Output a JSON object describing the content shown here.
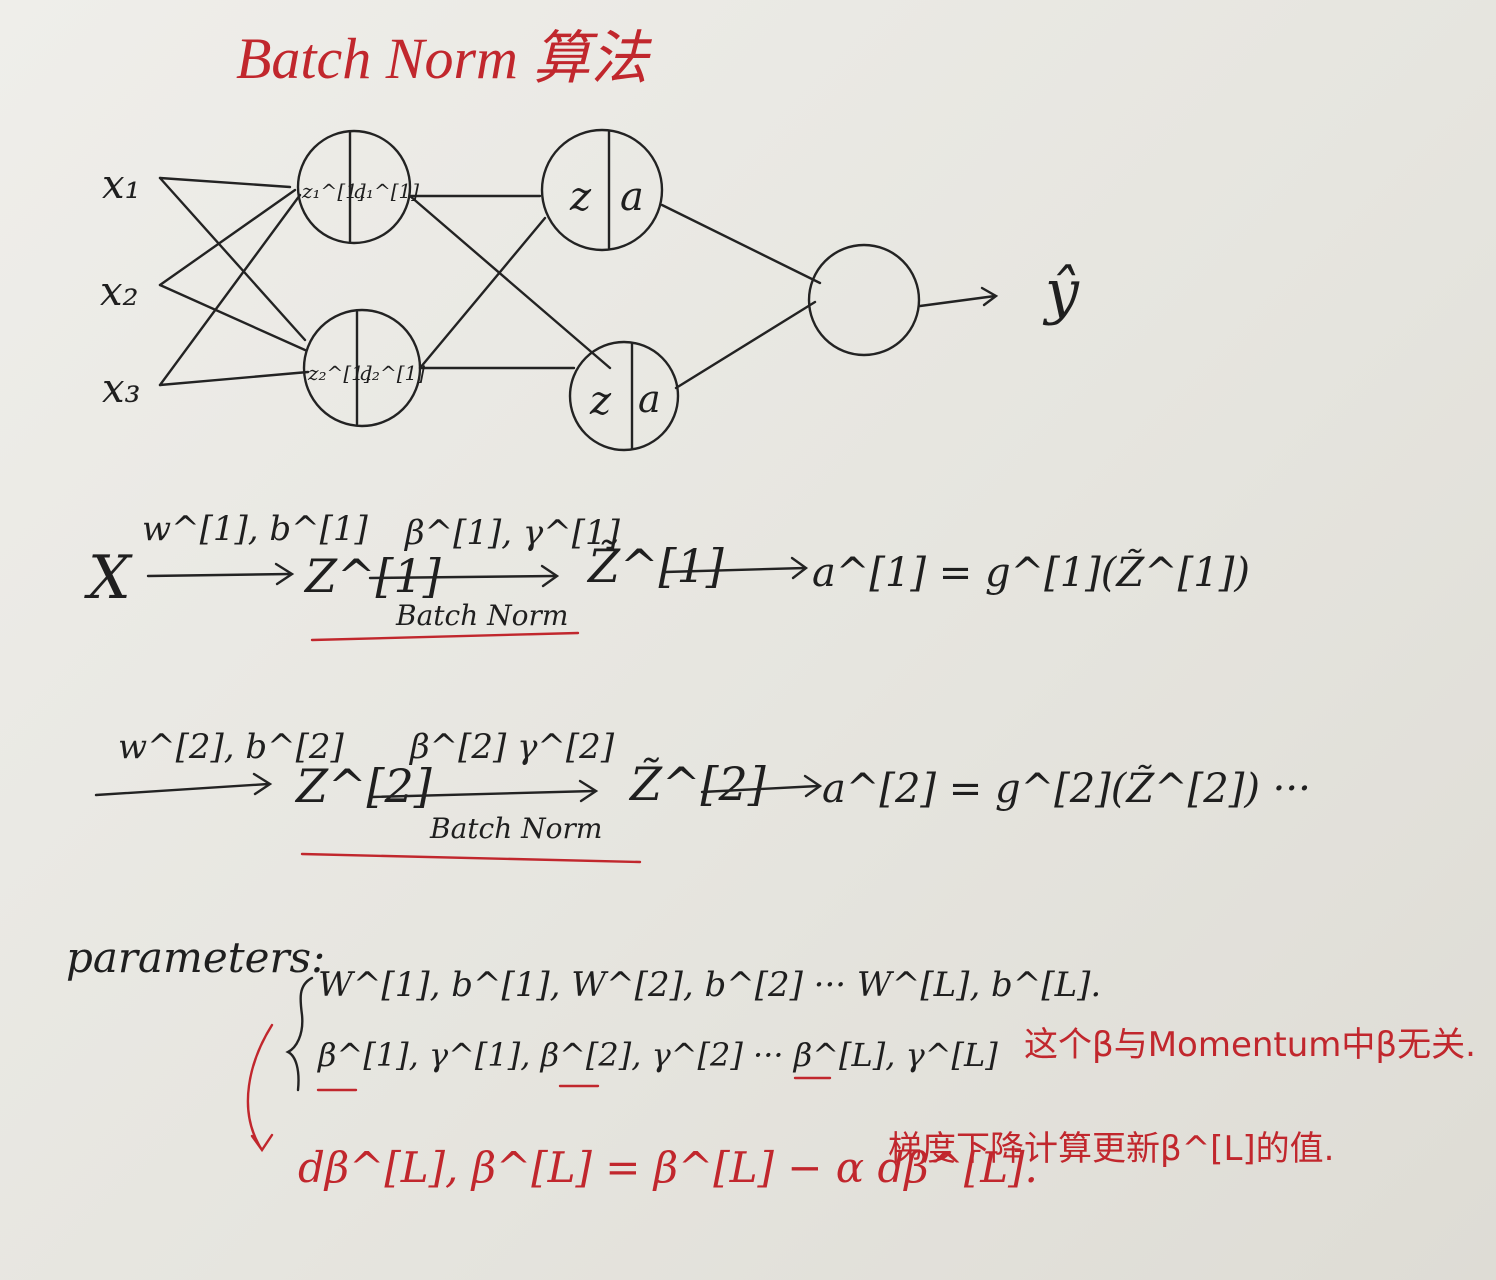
{
  "title": "Batch Norm 算法",
  "network": {
    "inputs": [
      "x₁",
      "x₂",
      "x₃"
    ],
    "layer1": [
      {
        "z": "z₁^[1]",
        "a": "a₁^[1]"
      },
      {
        "z": "z₂^[1]",
        "a": "a₂^[1]"
      }
    ],
    "layer2": [
      {
        "z": "z",
        "a": "a"
      },
      {
        "z": "z",
        "a": "a"
      }
    ],
    "output": "ŷ"
  },
  "flow1": {
    "x": "X",
    "arrow1_label": "w^[1], b^[1]",
    "z": "Z^[1]",
    "arrow2_label": "β^[1], γ^[1]",
    "batch_norm": "Batch Norm",
    "z_tilde": "Z̃^[1]",
    "rhs": "a^[1] = g^[1](Z̃^[1])"
  },
  "flow2": {
    "arrow1_label": "w^[2], b^[2]",
    "z": "Z^[2]",
    "arrow2_label": "β^[2] γ^[2]",
    "batch_norm": "Batch Norm",
    "z_tilde": "Z̃^[2]",
    "rhs": "a^[2] = g^[2](Z̃^[2]) ···"
  },
  "parameters": {
    "label": "parameters:",
    "row1": "W^[1], b^[1], W^[2], b^[2] ··· W^[L], b^[L].",
    "row2": "β^[1], γ^[1], β^[2], γ^[2] ··· β^[L], γ^[L]",
    "note1": "这个β与Momentum中β无关.",
    "row3": "dβ^[L], β^[L] = β^[L] − α dβ^[L].",
    "note2": "梯度下降计算更新β^[L]的值."
  },
  "colors": {
    "ink": "#1f1f1f",
    "red": "#c1272d"
  }
}
